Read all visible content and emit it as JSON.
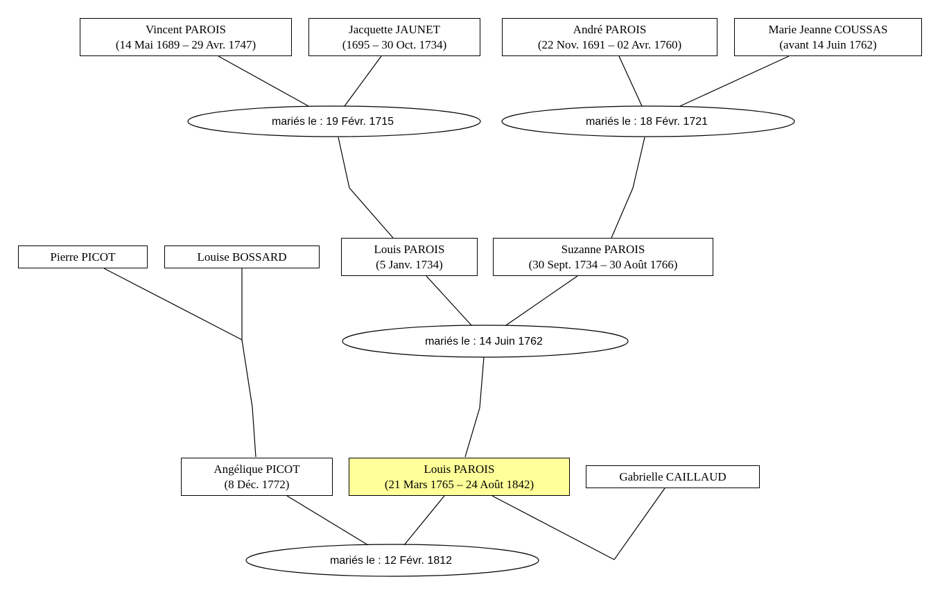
{
  "people": {
    "vincent": {
      "name": "Vincent PAROIS",
      "dates": "(14 Mai 1689 – 29 Avr. 1747)"
    },
    "jacquette": {
      "name": "Jacquette JAUNET",
      "dates": "(1695 – 30 Oct. 1734)"
    },
    "andre": {
      "name": "André PAROIS",
      "dates": "(22 Nov. 1691 – 02 Avr. 1760)"
    },
    "marie": {
      "name": "Marie Jeanne COUSSAS",
      "dates": "(avant 14 Juin 1762)"
    },
    "pierre": {
      "name": "Pierre PICOT"
    },
    "louise": {
      "name": "Louise BOSSARD"
    },
    "louis1": {
      "name": "Louis PAROIS",
      "dates": "(5 Janv. 1734)"
    },
    "suzanne": {
      "name": "Suzanne PAROIS",
      "dates": "(30 Sept. 1734 – 30 Août 1766)"
    },
    "angelique": {
      "name": "Angélique PICOT",
      "dates": "(8 Déc. 1772)"
    },
    "louis2": {
      "name": "Louis PAROIS",
      "dates": "(21 Mars 1765 – 24 Août 1842)"
    },
    "gabrielle": {
      "name": "Gabrielle CAILLAUD"
    }
  },
  "marriages": {
    "m1715": "mariés le : 19 Févr. 1715",
    "m1721": "mariés le : 18 Févr. 1721",
    "m1762": "mariés le : 14 Juin 1762",
    "m1812": "mariés le : 12 Févr. 1812"
  },
  "colors": {
    "focus_person": "#ffff99",
    "stroke": "#000000"
  }
}
